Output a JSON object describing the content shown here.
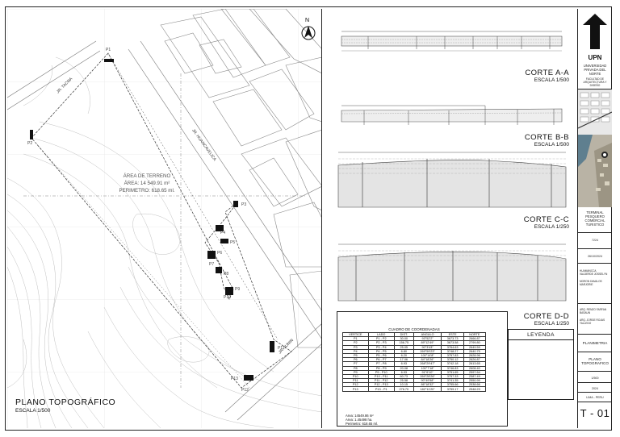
{
  "plan": {
    "title": "PLANO TOPOGRÁFICO",
    "scale": "ESCALA 1/500",
    "area_label": "ÁREA DE TERRENO",
    "area_value": "ÁREA: 14 549.91 m²",
    "perimeter_value": "PERIMETRO: 618.65 ml.",
    "streets": [
      "JR. TACNA",
      "JR. HUANCAVELICA",
      "JR. JUNIN"
    ],
    "points": [
      "P1",
      "P2",
      "P3",
      "P4",
      "P5",
      "P6",
      "P7",
      "P8",
      "P9",
      "P10",
      "P11",
      "P12",
      "P13"
    ]
  },
  "sections": [
    {
      "name": "CORTE A-A",
      "scale": "ESCALA 1/500"
    },
    {
      "name": "CORTE B-B",
      "scale": "ESCALA 1/500"
    },
    {
      "name": "CORTE C-C",
      "scale": "ESCALA 1/250"
    },
    {
      "name": "CORTE D-D",
      "scale": "ESCALA 1/250"
    }
  ],
  "coordinates": {
    "title": "CUADRO DE COORDENADAS",
    "headers": [
      "VERTICE",
      "LADO",
      "DIST.",
      "ANGULO",
      "ESTE",
      "NORTE"
    ],
    "rows": [
      [
        "P1",
        "P1 - P2",
        "30.00",
        "93°52'2\"",
        "3673.73",
        "2666.87"
      ],
      [
        "P2",
        "P2 - P3",
        "156.75",
        "89°12'49\"",
        "3673.58",
        "2799.80"
      ],
      [
        "P3",
        "P3 - P4",
        "25.05",
        "90°3'43\"",
        "3764.63",
        "2649.59"
      ],
      [
        "P4",
        "P4 - P5",
        "6.80",
        "269°59'23\"",
        "3748.27",
        "2640.75"
      ],
      [
        "P5",
        "P5 - P6",
        "6.20",
        "100°14'8\"",
        "3757.83",
        "2628.96"
      ],
      [
        "P6",
        "P6 - P7",
        "17.06",
        "84°18'26\"",
        "3750.12",
        "2626.87"
      ],
      [
        "P7",
        "P7 - P8",
        "6.93",
        "268°29'47\"",
        "3742.18",
        "2613.65"
      ],
      [
        "P8",
        "P8 - P9",
        "20.08",
        "100°7'18\"",
        "3746.83",
        "2608.40"
      ],
      [
        "P9",
        "P9 - P10",
        "6.93",
        "91°6'10\"",
        "3751.65",
        "2597.64"
      ],
      [
        "P10",
        "P10 - P11",
        "60.73",
        "269°28'26\"",
        "3757.33",
        "2587.49"
      ],
      [
        "P11",
        "P11 - P12",
        "25.58",
        "90°49'58\"",
        "3741.35",
        "2550.99"
      ],
      [
        "P12",
        "P12 - P13",
        "10.15",
        "86°18'32\"",
        "3755.66",
        "2538.66"
      ],
      [
        "P13",
        "P13 - P1",
        "276.70",
        "182°11'20\"",
        "3759.17",
        "2548.23"
      ]
    ],
    "notes": [
      "Area: 14549.86 m²",
      "Area: 1.45498 ha.",
      "Perimetro: 618.65 ml."
    ]
  },
  "legend": {
    "title": "LEYENDA"
  },
  "cartouche": {
    "logo": "UPN",
    "university": "UNIVERSIDAD PRIVADA DEL NORTE",
    "faculty": "FACULTAD DE ARQUITECTURA Y DISEÑO",
    "project": "TERMINAL PESQUERO COMERCIAL TURISTICO",
    "code": "7224",
    "date": "26/10/2024",
    "students": [
      "HUAMANCCA VALDERDE JOSSELYN",
      "MORON DAVALOS MARJORIE"
    ],
    "advisors": [
      "ARQ. RENZO FARFAN BASAUN",
      "ARQ. JORGE ROJAS TALLEDO"
    ],
    "sheet_type": "PLANIMETRIA",
    "sheet_name": "PLANO TOPOGRAFICO",
    "scale": "1/500",
    "year": "2024",
    "place": "LIMA - PERU",
    "sheet_number": "T - 01"
  }
}
